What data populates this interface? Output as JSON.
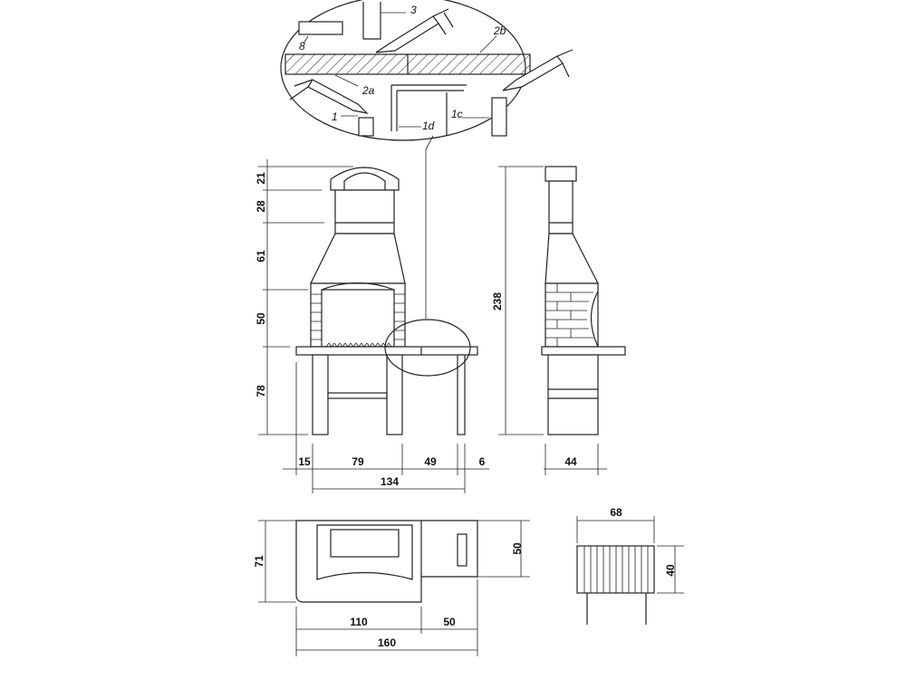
{
  "detail_callouts": {
    "c3": "3",
    "c8": "8",
    "c2b": "2b",
    "c2a": "2a",
    "c1": "1",
    "c1d": "1d",
    "c1c": "1c"
  },
  "front_view": {
    "h1": "21",
    "h2": "28",
    "h3": "61",
    "h4": "50",
    "h5": "78",
    "w1": "15",
    "w2": "79",
    "w3": "49",
    "w4": "6",
    "total": "134"
  },
  "side_view": {
    "height": "238",
    "depth": "44"
  },
  "plan_view": {
    "depth": "71",
    "side_depth": "50",
    "w1": "110",
    "w2": "50",
    "total": "160"
  },
  "grill": {
    "width": "68",
    "height": "40"
  }
}
